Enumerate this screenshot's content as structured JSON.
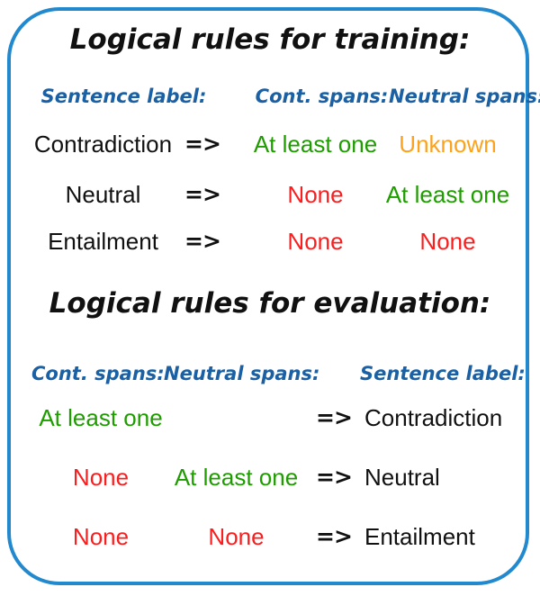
{
  "colors": {
    "green": "#1E9C00",
    "red": "#FB1E1E",
    "orange": "#FCA21D",
    "header_blue": "#1A60A4",
    "border_blue": "#2389CE",
    "text_black": "#111111"
  },
  "training": {
    "title": "Logical rules for training:",
    "arrow": "=>",
    "headers": {
      "sentence_label": "Sentence label:",
      "cont_spans": "Cont. spans:",
      "neutral_spans": "Neutral spans:"
    },
    "rows": [
      {
        "label": "Contradiction",
        "cont": "At least one",
        "cont_color": "green",
        "neutral": "Unknown",
        "neutral_color": "orange"
      },
      {
        "label": "Neutral",
        "cont": "None",
        "cont_color": "red",
        "neutral": "At least one",
        "neutral_color": "green"
      },
      {
        "label": "Entailment",
        "cont": "None",
        "cont_color": "red",
        "neutral": "None",
        "neutral_color": "red"
      }
    ]
  },
  "evaluation": {
    "title": "Logical rules for evaluation:",
    "arrow": "=>",
    "headers": {
      "cont_spans": "Cont. spans:",
      "neutral_spans": "Neutral spans:",
      "sentence_label": "Sentence label:"
    },
    "rows": [
      {
        "cont": "At least one",
        "cont_color": "green",
        "neutral": "",
        "neutral_color": "green",
        "label": "Contradiction"
      },
      {
        "cont": "None",
        "cont_color": "red",
        "neutral": "At least one",
        "neutral_color": "green",
        "label": "Neutral"
      },
      {
        "cont": "None",
        "cont_color": "red",
        "neutral": "None",
        "neutral_color": "red",
        "label": "Entailment"
      }
    ]
  }
}
